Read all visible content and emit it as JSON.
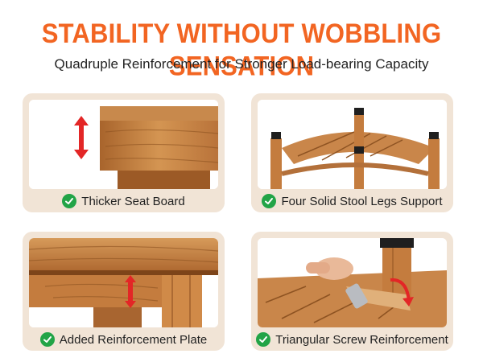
{
  "header": {
    "title": "STABILITY WITHOUT WOBBLING SENSATION",
    "subtitle": "Quadruple Reinforcement for Stronger Load-bearing Capacity"
  },
  "colors": {
    "accent": "#f26522",
    "card_bg": "#f1e4d6",
    "check_green": "#22a447",
    "wood": "#c9864a",
    "arrow_red": "#e32626"
  },
  "features": [
    {
      "label": "Thicker Seat Board",
      "icon": "check-circle-icon"
    },
    {
      "label": "Four Solid Stool Legs Support",
      "icon": "check-circle-icon"
    },
    {
      "label": "Added Reinforcement Plate",
      "icon": "check-circle-icon"
    },
    {
      "label": "Triangular Screw Reinforcement",
      "icon": "check-circle-icon"
    }
  ]
}
